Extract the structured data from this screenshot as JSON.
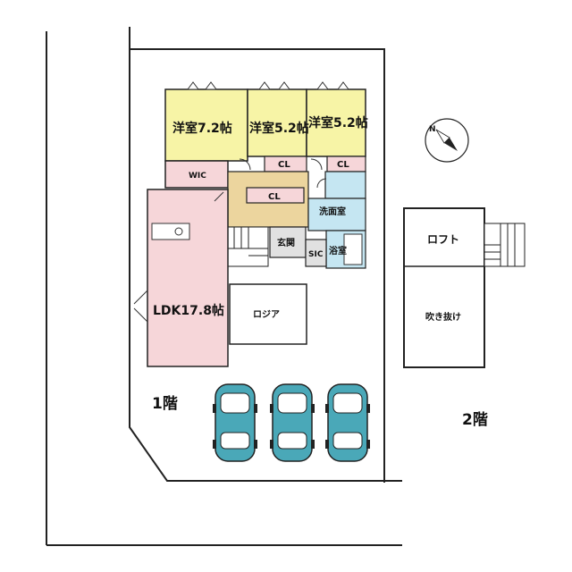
{
  "floor1": {
    "label": "1階",
    "rooms": {
      "bed1": "洋室7.2帖",
      "bed2": "洋室5.2帖",
      "bed3": "洋室5.2帖",
      "wic": "WIC",
      "cl1": "CL",
      "cl2": "CL",
      "cl3": "CL",
      "wash": "洗面室",
      "entry": "玄関",
      "sic": "SIC",
      "bath": "浴室",
      "ldk": "LDK17.8帖",
      "loggia": "ロジア"
    }
  },
  "floor2": {
    "label": "2階",
    "rooms": {
      "loft": "ロフト",
      "void": "吹き抜け"
    }
  },
  "compass": {
    "north_label": "N"
  },
  "parking": {
    "cars": 3
  },
  "colors": {
    "bedroom": "#f7f4a6",
    "wic": "#f6d6d9",
    "ldk": "#f6d6d9",
    "hall": "#ecd59e",
    "wash": "#c5e6f2",
    "entry": "#e1e1e1",
    "car": "#4aa8b8"
  }
}
